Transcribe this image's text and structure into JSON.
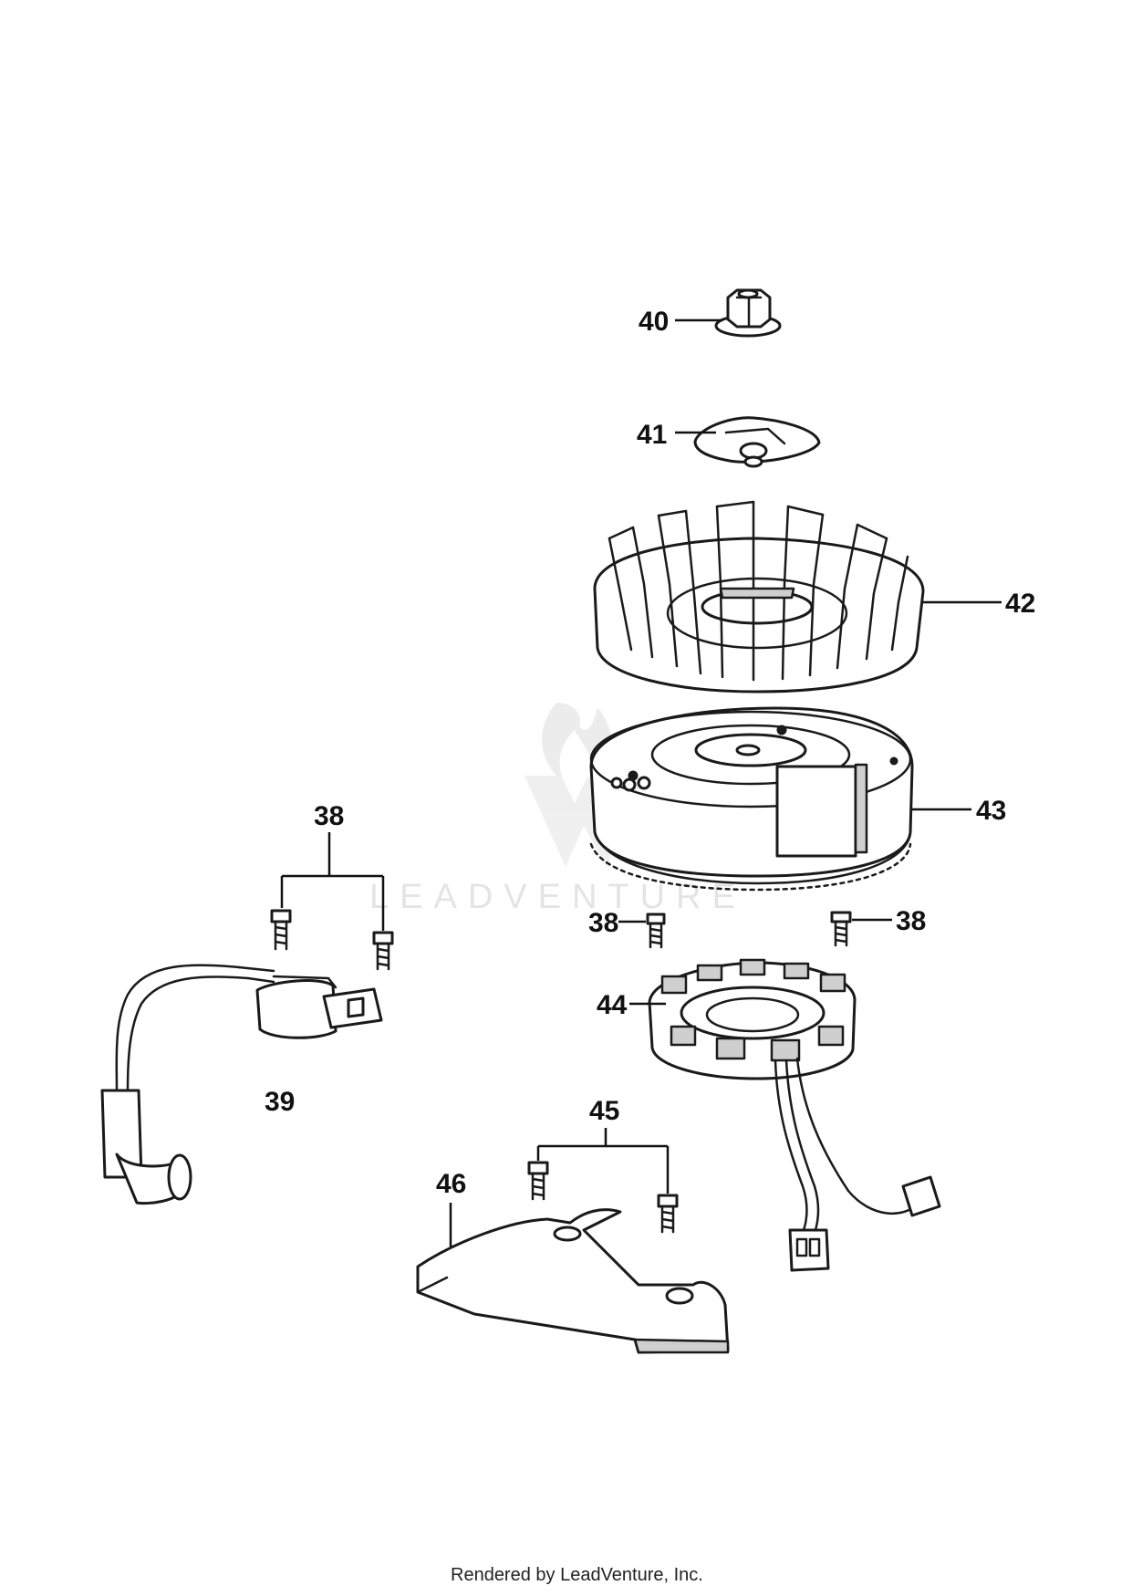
{
  "callouts": {
    "c40": "40",
    "c41": "41",
    "c42": "42",
    "c43": "43",
    "c38_top": "38",
    "c38_left": "38",
    "c38_right": "38",
    "c44": "44",
    "c39": "39",
    "c45": "45",
    "c46": "46"
  },
  "watermark": "LEADVENTURE",
  "footer": "Rendered by LeadVenture, Inc."
}
